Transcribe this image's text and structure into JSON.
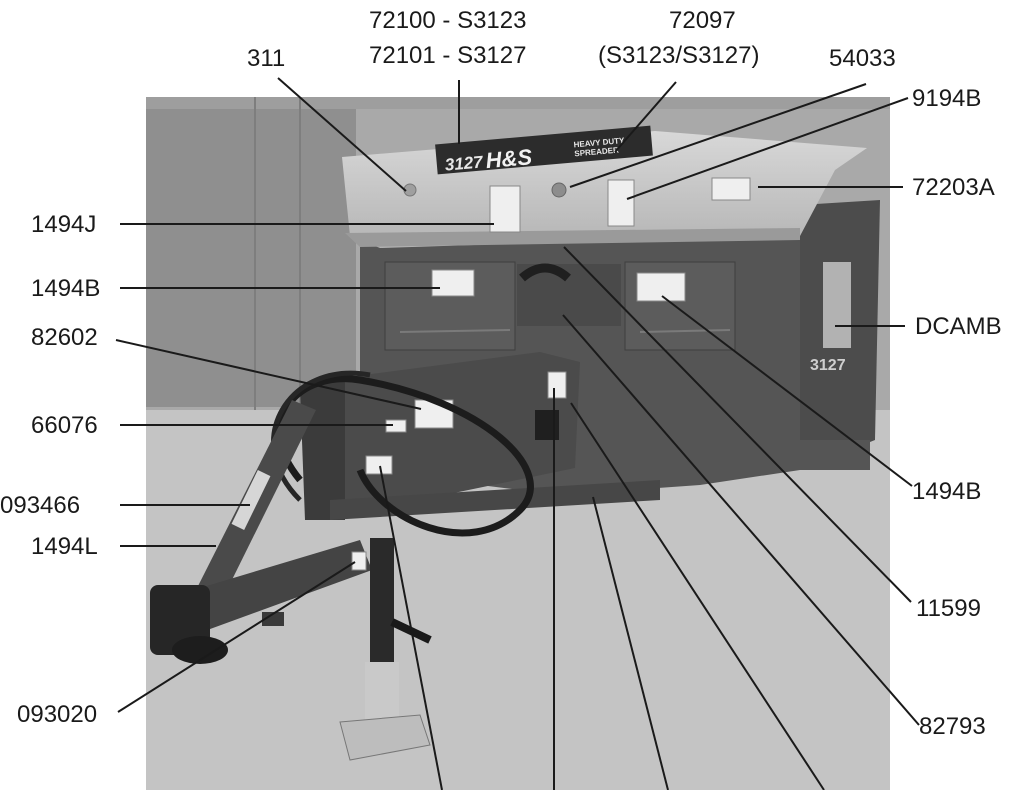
{
  "figure": {
    "type": "decal-placement-diagram",
    "subject": "manure spreader",
    "brand_on_hood": "H&S",
    "model_on_hood": "3127",
    "hood_text_1": "HEAVY DUTY",
    "hood_text_2": "SPREADER",
    "side_model": "3127",
    "colors": {
      "background": "#ffffff",
      "photo_bg": "#a9a9a9",
      "floor": "#c4c4c4",
      "body": "#555555",
      "hood": "#c6c6c6",
      "leader": "#1a1a1a",
      "text": "#1a1a1a"
    }
  },
  "callouts": {
    "l_72100": "72100 - S3123",
    "l_72101": "72101 - S3127",
    "l_72097a": "72097",
    "l_72097b": "(S3123/S3127)",
    "l_311": "311",
    "l_54033": "54033",
    "l_9194B": "9194B",
    "l_72203A": "72203A",
    "l_1494J": "1494J",
    "l_1494B_left": "1494B",
    "l_DCAMB": "DCAMB",
    "l_82602": "82602",
    "l_66076": "66076",
    "l_093466": "093466",
    "l_1494L": "1494L",
    "l_1494B_right": "1494B",
    "l_11599": "11599",
    "l_093020": "093020",
    "l_82793": "82793"
  }
}
